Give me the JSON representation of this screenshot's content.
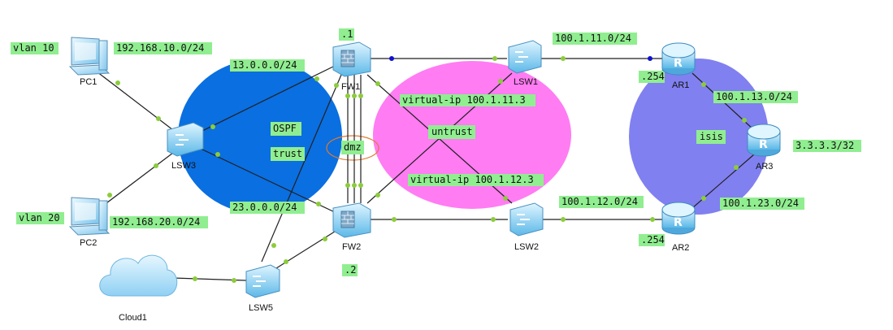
{
  "colors": {
    "trust_zone": "#0a6fe0",
    "untrust_zone": "#ff7cf3",
    "isis_zone": "#8080f0",
    "dmz_outline": "#e07a30",
    "label_bg": "#90ee90",
    "link": "#202020",
    "endpoint": "#8ccc3c",
    "endpoint_blue": "#1010d0"
  },
  "zones": {
    "ospf": "OSPF",
    "trust": "trust",
    "dmz": "dmz",
    "untrust": "untrust",
    "isis": "isis"
  },
  "devices": {
    "pc1": {
      "name": "PC1",
      "icon": "pc-icon"
    },
    "pc2": {
      "name": "PC2",
      "icon": "pc-icon"
    },
    "lsw3": {
      "name": "LSW3",
      "icon": "switch-icon"
    },
    "fw1": {
      "name": "FW1",
      "icon": "firewall-icon"
    },
    "fw2": {
      "name": "FW2",
      "icon": "firewall-icon"
    },
    "lsw1": {
      "name": "LSW1",
      "icon": "switch-icon"
    },
    "lsw2": {
      "name": "LSW2",
      "icon": "switch-icon"
    },
    "lsw5": {
      "name": "LSW5",
      "icon": "switch-icon"
    },
    "cloud1": {
      "name": "Cloud1",
      "icon": "cloud-icon"
    },
    "ar1": {
      "name": "AR1",
      "icon": "router-icon"
    },
    "ar2": {
      "name": "AR2",
      "icon": "router-icon"
    },
    "ar3": {
      "name": "AR3",
      "icon": "router-icon"
    }
  },
  "labels": {
    "vlan10": "vlan 10",
    "vlan20": "vlan 20",
    "net_pc1": "192.168.10.0/24",
    "net_pc2": "192.168.20.0/24",
    "net_13": "13.0.0.0/24",
    "net_23": "23.0.0.0/24",
    "fw1_addr": ".1",
    "fw2_addr": ".2",
    "vip1": "virtual-ip 100.1.11.3",
    "vip2": "virtual-ip 100.1.12.3",
    "net_11": "100.1.11.0/24",
    "net_12": "100.1.12.0/24",
    "ar1_addr": ".254",
    "ar2_addr": ".254",
    "net_113": "100.1.13.0/24",
    "net_123": "100.1.23.0/24",
    "ar3_loop": "3.3.3.3/32"
  }
}
